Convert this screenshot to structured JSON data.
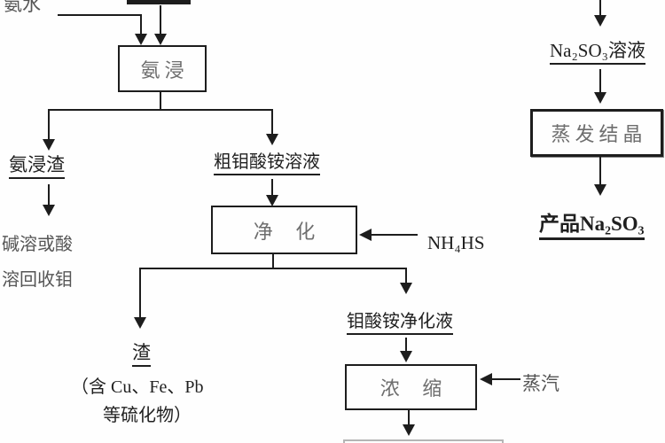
{
  "nodes": {
    "ammonia_leach": "氨浸",
    "purification": "净 化",
    "concentration": "浓 缩",
    "evaporation": "蒸发结晶"
  },
  "labels": {
    "ammonia_water": "氨水",
    "ammonia_leach_residue": "氨浸渣",
    "recovery_line1": "碱溶或酸",
    "recovery_line2": "溶回收钼",
    "crude_ammonium_molybdate_solution": "粗钼酸铵溶液",
    "nh4hs": "NH₄HS",
    "slag": "渣",
    "slag_note_line1": "（含 Cu、Fe、Pb",
    "slag_note_line2": "等硫化物）",
    "purified_solution": "钼酸铵净化液",
    "steam": "蒸汽",
    "na2so3_solution": "Na₂SO₃溶液",
    "product_na2so3": "产品Na₂SO₃"
  },
  "colors": {
    "line": "#1d1d1d",
    "box_border": "#1d1d1d",
    "box_text": "#6e6e6e",
    "label_dark": "#1f1f1f",
    "label_mid": "#3a3a3a",
    "label_gray": "#555555",
    "faint_border": "#b5b5b5",
    "background": "#fefefe"
  }
}
